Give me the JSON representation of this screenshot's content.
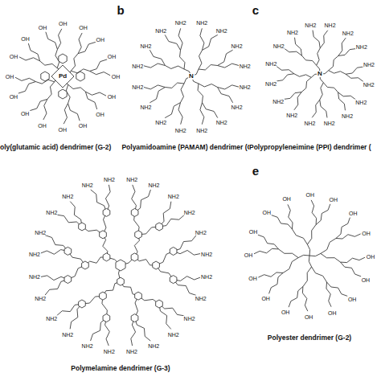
{
  "diagram": {
    "labels": [
      "b",
      "c",
      "Pd",
      "OH",
      "OH",
      "OH",
      "OH",
      "OH",
      "OH",
      "OH",
      "OH",
      "OH",
      "OH",
      "OH",
      "OH",
      "OH",
      "OH",
      "OH",
      "OH",
      "N",
      "NH2",
      "NH2",
      "NH2",
      "NH2",
      "NH2",
      "NH2",
      "NH2",
      "NH2",
      "NH2",
      "NH2",
      "NH2",
      "NH2",
      "NH2",
      "NH2",
      "NH2",
      "NH2",
      "N",
      "NH2",
      "NH2",
      "NH2",
      "NH2",
      "NH2",
      "NH2",
      "NH2",
      "NH2",
      "NH2",
      "NH2",
      "NH2",
      "NH2",
      "NH2",
      "NH2",
      "NH2",
      "NH2",
      "oly(glutamic acid) dendrimer (G-2)",
      "Polyamidoamine (PAMAM) dendrimer (G-2)",
      "Polypropyleneimine (PPI) dendrimer (",
      "e",
      "NH2",
      "NH2",
      "NH2",
      "NH2",
      "NH2",
      "NH2",
      "NH2",
      "NH2",
      "NH2",
      "NH2",
      "NH2",
      "NH2",
      "NH2",
      "NH2",
      "NH2",
      "NH2",
      "NH2",
      "NH2",
      "NH2",
      "NH2",
      "NH2",
      "NH2",
      "NH2",
      "NH2",
      "OH",
      "OH",
      "OH",
      "OH",
      "OH",
      "OH",
      "OH",
      "OH",
      "OH",
      "OH",
      "OH",
      "OH",
      "OH",
      "OH",
      "OH",
      "OH",
      "Polymelamine dendrimer (G-3)",
      "Polyester dendrimer (G-2)"
    ]
  }
}
